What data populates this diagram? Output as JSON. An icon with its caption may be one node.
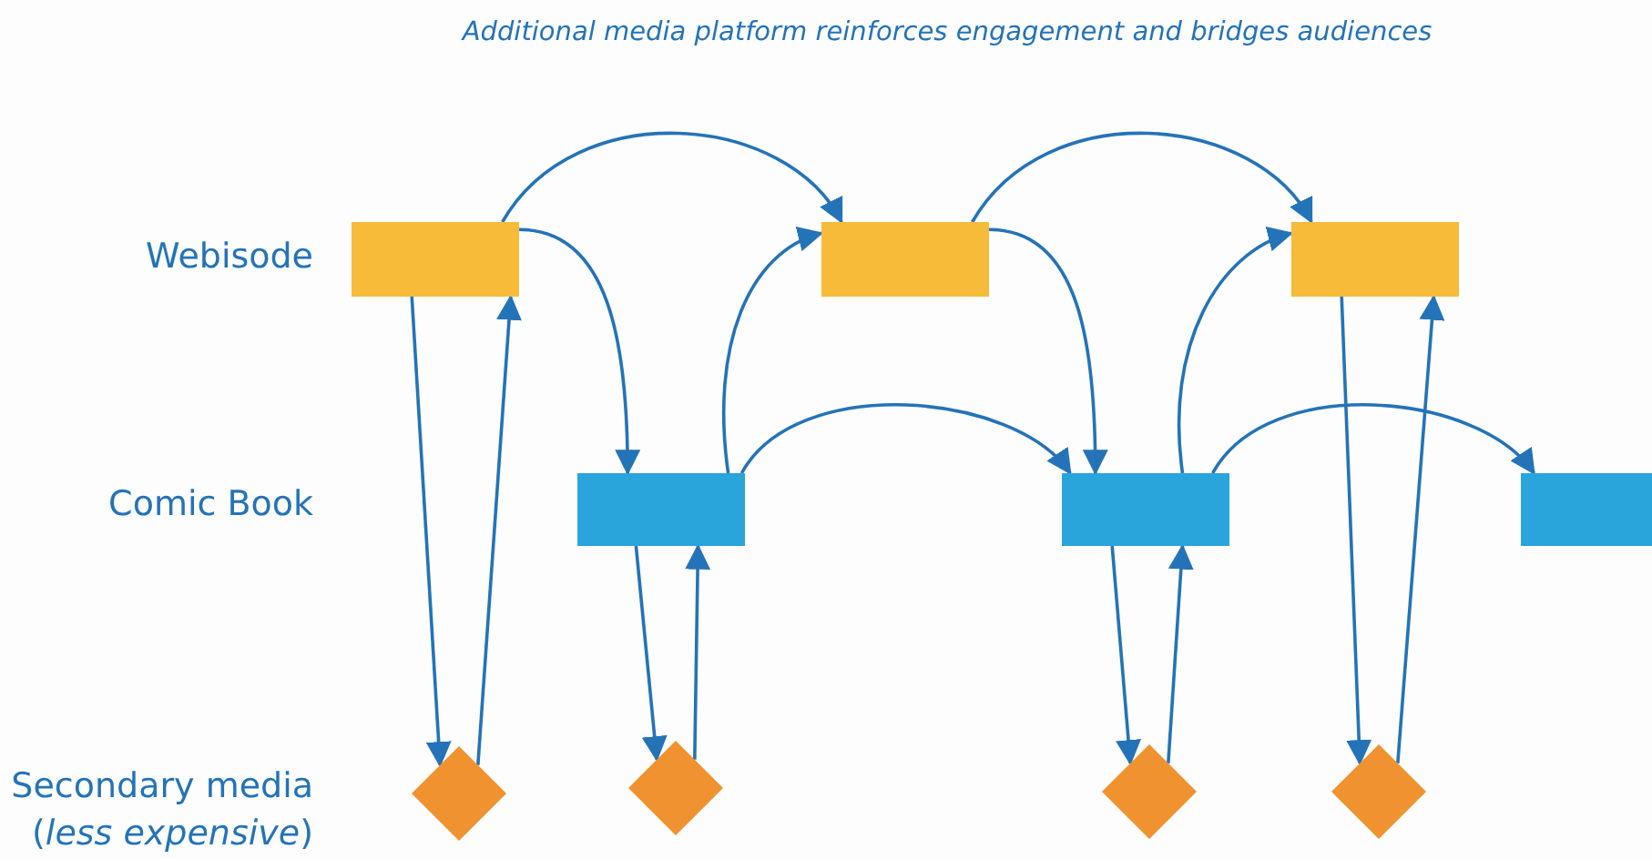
{
  "diagram": {
    "title": "Additional media platform reinforces engagement and bridges audiences",
    "nodes": [
      {
        "text": [],
        "shape": "box"
      },
      {
        "text": [],
        "shape": "box"
      },
      {
        "text": [],
        "shape": "box"
      },
      {
        "text": [],
        "shape": "box"
      },
      {
        "text": [],
        "shape": "box"
      },
      {
        "text": [],
        "shape": "box"
      },
      {
        "text": [],
        "shape": "diamond"
      },
      {
        "text": [],
        "shape": "diamond"
      },
      {
        "text": [],
        "shape": "diamond"
      },
      {
        "text": [],
        "shape": "diamond"
      }
    ],
    "edges": [
      {
        "from": 0,
        "to": 6,
        "arrow": "to"
      },
      {
        "from": 6,
        "to": 0,
        "arrow": "to"
      },
      {
        "from": 0,
        "to": 1,
        "arrow": "to"
      },
      {
        "from": 0,
        "to": 3,
        "arrow": "to"
      },
      {
        "from": 3,
        "to": 1,
        "arrow": "to"
      },
      {
        "from": 3,
        "to": 4,
        "arrow": "to"
      },
      {
        "from": 3,
        "to": 7,
        "arrow": "to"
      },
      {
        "from": 7,
        "to": 3,
        "arrow": "to"
      },
      {
        "from": 1,
        "to": 4,
        "arrow": "to"
      },
      {
        "from": 1,
        "to": 2,
        "arrow": "to"
      },
      {
        "from": 4,
        "to": 2,
        "arrow": "to"
      },
      {
        "from": 4,
        "to": 5,
        "arrow": "to"
      },
      {
        "from": 4,
        "to": 8,
        "arrow": "to"
      },
      {
        "from": 8,
        "to": 4,
        "arrow": "to"
      },
      {
        "from": 2,
        "to": 9,
        "arrow": "to"
      },
      {
        "from": 9,
        "to": 2,
        "arrow": "to"
      }
    ],
    "labels": [
      "Webisode",
      "Comic Book",
      "Secondary media (*less expensive*)"
    ]
  }
}
